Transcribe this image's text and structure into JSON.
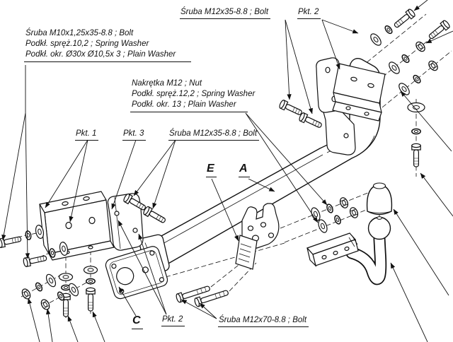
{
  "diagram": {
    "colors": {
      "line": "#111111",
      "background": "#ffffff"
    },
    "labels": {
      "bolt_m10": {
        "line1": "Śruba M10x1,25x35-8.8 ;  Bolt",
        "line2": "Podkł. spręż.10,2 ; Spring Washer",
        "line3": "Podkł. okr.  Ø30x Ø10,5x 3 ; Plain Washer"
      },
      "bolt_m12x35_top": "Śruba M12x35-8.8 ;  Bolt",
      "pkt2_top": "Pkt. 2",
      "nut_m12": {
        "line1": "Nakrętka  M12 ; Nut",
        "line2": "Podkł. spręż.12,2 ; Spring Washer",
        "line3": "Podkł. okr. 13 ; Plain Washer"
      },
      "pkt1": "Pkt. 1",
      "pkt3": "Pkt. 3",
      "bolt_m12x35_mid": "Śruba M12x35-8.8 ;  Bolt",
      "ref_e": "E",
      "ref_a": "A",
      "ref_c": "C",
      "pkt2_bottom": "Pkt. 2",
      "bolt_m12x70": "Śruba M12x70-8.8 ;  Bolt"
    }
  }
}
